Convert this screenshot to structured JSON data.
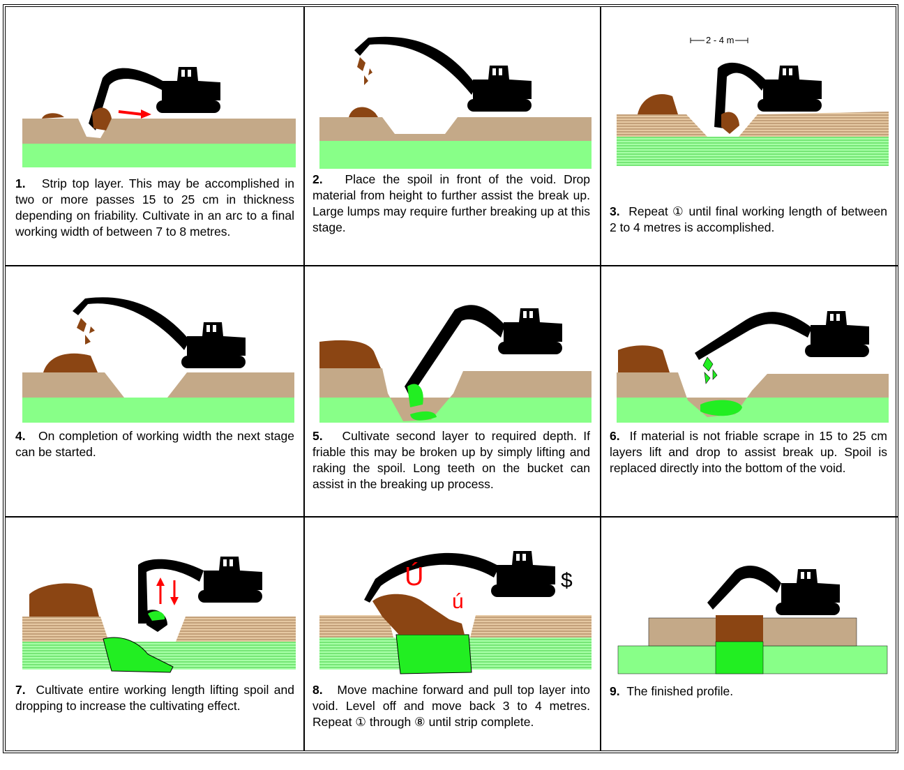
{
  "steps": [
    {
      "num": "1.",
      "text": "Strip top layer. This may be accomplished in two or more passes 15 to 25 cm in thickness depending on friability. Cultivate in an arc to a final working width of between 7 to 8 metres."
    },
    {
      "num": "2.",
      "text": "Place the spoil in front of the void. Drop material from height to further assist the break up. Large lumps may require further breaking up at this stage."
    },
    {
      "num": "3.",
      "text": "Repeat ① until final working length of between 2 to 4 metres is accomplished."
    },
    {
      "num": "4.",
      "text": "On completion of working width the next stage can be started."
    },
    {
      "num": "5.",
      "text": "Cultivate second layer to required depth. If friable this may be broken up by simply lifting and raking the spoil. Long teeth on the bucket can assist in the breaking up process."
    },
    {
      "num": "6.",
      "text": "If material is not friable scrape in 15 to 25 cm layers lift and drop to assist break up. Spoil is replaced directly into the bottom of the void."
    },
    {
      "num": "7.",
      "text": "Cultivate entire working length lifting spoil and dropping to increase the cultivating effect."
    },
    {
      "num": "8.",
      "text": "Move machine forward and pull top layer into void. Level off and move back 3 to 4 metres. Repeat ① through ⑧ until strip complete."
    },
    {
      "num": "9.",
      "text": "The finished profile."
    }
  ],
  "labels": {
    "dimension": "2 - 4 m",
    "dollar": "$",
    "u1": "Ú",
    "u2": "ú"
  },
  "colors": {
    "topsoil": "#c4a988",
    "subsoil": "#88ff88",
    "spoil": "#8b4513",
    "greenSpoil": "#22ee22",
    "arrow": "#ff0000",
    "machine": "#000000"
  }
}
